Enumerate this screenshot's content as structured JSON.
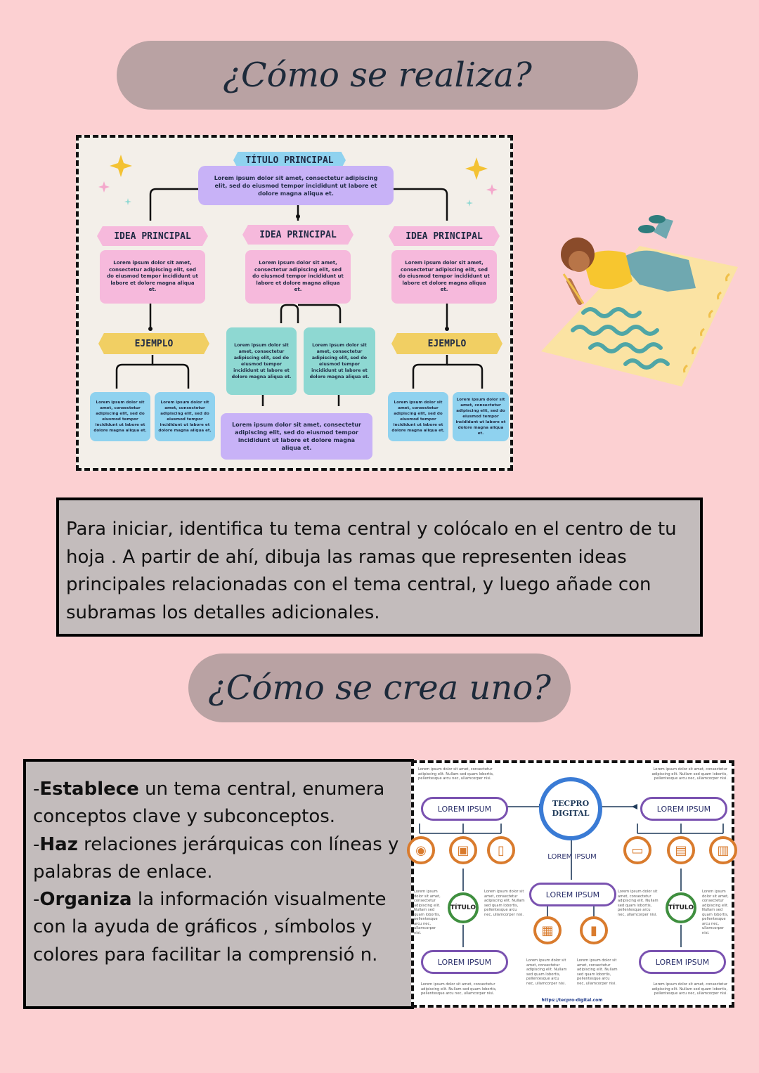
{
  "section1": {
    "title": "¿Cómo se realiza?"
  },
  "diagram1": {
    "title": "TÍTULO PRINCIPAL",
    "title_text": "Lorem ipsum dolor sit amet, consectetur adipiscing elit, sed do eiusmod tempor incididunt ut labore et dolore magna aliqua et.",
    "idea_label": "IDEA PRINCIPAL",
    "idea_text": "Lorem ipsum dolor sit amet, consectetur adipiscing elit, sed do eiusmod tempor incididunt ut labore et dolore magna aliqua et.",
    "example_label": "EJEMPLO",
    "small_text": "Lorem ipsum dolor sit amet, consectetur adipiscing elit, sed do eiusmod tempor incididunt ut labore et dolore magna aliqua et.",
    "bottom_text": "Lorem ipsum dolor sit amet, consectetur adipiscing elit, sed do eiusmod tempor incididunt ut labore et dolore magna aliqua et."
  },
  "paragraph1": "Para iniciar, identifica tu tema central y colócalo en el centro de tu hoja . A partir de ahí, dibuja las ramas que representen ideas principales relacionadas con el tema central, y luego  añade con subramas los detalles adicionales.",
  "section2": {
    "title": "¿Cómo se crea uno?"
  },
  "steps": [
    {
      "dash": "-",
      "bold": "Establece",
      "rest": " un tema central, enumera conceptos clave y subconceptos."
    },
    {
      "dash": "-",
      "bold": "Haz",
      "rest": " relaciones jerárquicas con líneas y palabras de enlace."
    },
    {
      "dash": "-",
      "bold": "Organiza",
      "rest": " la información visualmente con la ayuda de gráficos , símbolos y colores para facilitar la comprensió n."
    }
  ],
  "diagram2": {
    "center": "TECPRO DIGITAL",
    "lorem_label": "LOREM IPSUM",
    "titulo_label": "TÍTULO",
    "tiny_text": "Lorem ipsum dolor sit amet, consectetur adipiscing elit. Nullam sed quam lobortis, pellentesque arcu nec, ullamcorper nisi.",
    "url": "https://tecpro-digital.com"
  }
}
